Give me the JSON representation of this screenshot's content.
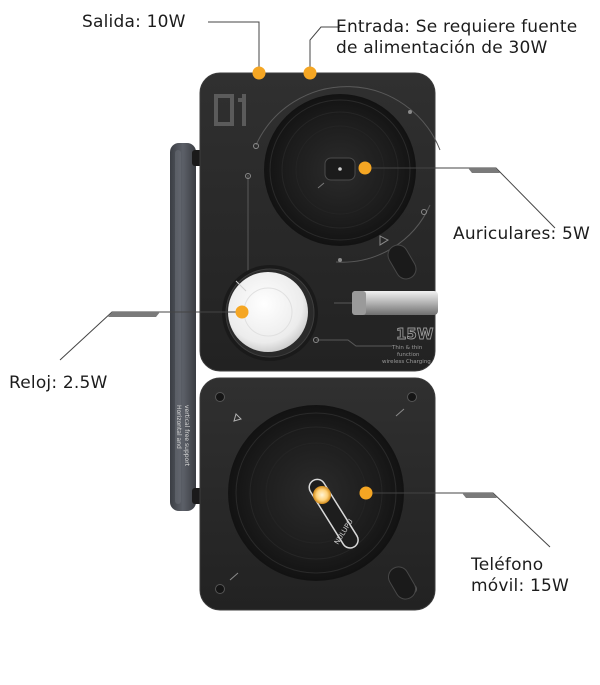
{
  "callouts": {
    "output": "Salida: 10W",
    "input_line1": "Entrada: Se requiere fuente",
    "input_line2": "de alimentación de 30W",
    "earbuds": "Auriculares: 5W",
    "watch": "Reloj: 2.5W",
    "phone_line1": "Teléfono",
    "phone_line2": "móvil: 15W"
  },
  "device": {
    "module_number": "01",
    "power_rating": "15W",
    "small_text_1": "Thin & thin",
    "small_text_2": "function",
    "small_text_3": "wireless Charging",
    "brand": "NULUPU",
    "stand_text_line1": "Horizontal and",
    "stand_text_line2": "vertical free support"
  },
  "colors": {
    "accent_dot": "#f5a623",
    "device_body": "#2a2a2a",
    "stand": "#4b4e54"
  }
}
